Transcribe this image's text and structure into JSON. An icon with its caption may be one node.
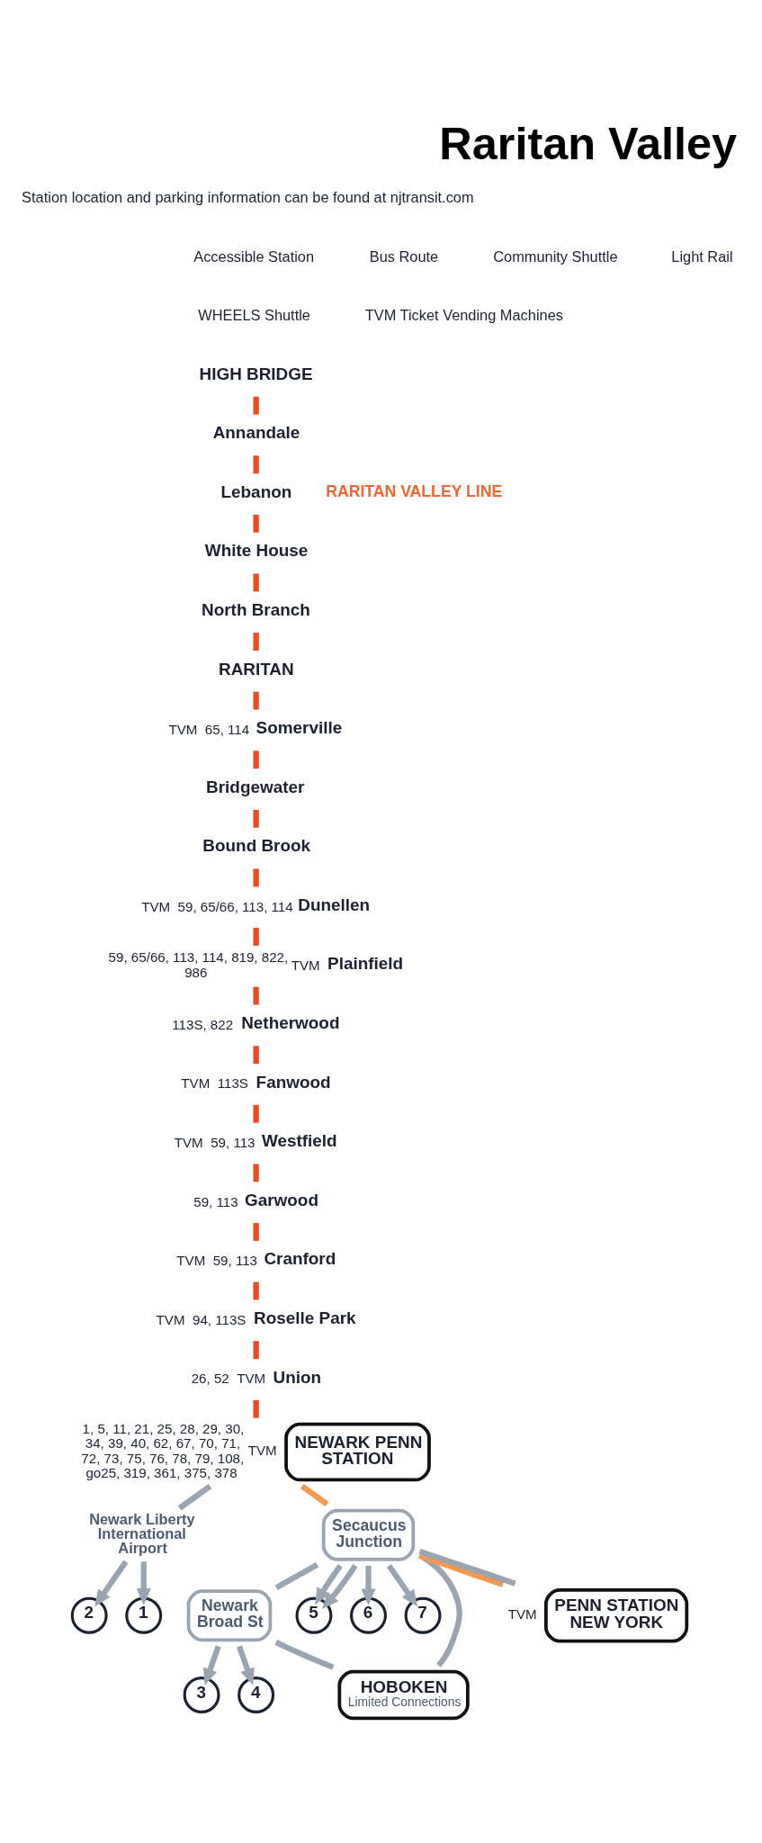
{
  "diagram": {
    "title": "Raritan Valley",
    "nodes": [
      {
        "text": [
          "HIGH BRIDGE"
        ]
      },
      {
        "text": [
          "Annandale"
        ]
      },
      {
        "text": [
          "Lebanon"
        ]
      },
      {
        "text": [
          "White House"
        ]
      },
      {
        "text": [
          "North Branch"
        ]
      },
      {
        "text": [
          "RARITAN"
        ]
      },
      {
        "text": [
          "Somerville"
        ],
        "beside": [
          "TVM",
          "65, 114"
        ]
      },
      {
        "text": [
          "Bridgewater"
        ]
      },
      {
        "text": [
          "Bound Brook"
        ]
      },
      {
        "text": [
          "Dunellen"
        ],
        "beside": [
          "TVM",
          "59, 65/66, 113, 114"
        ]
      },
      {
        "text": [
          "Plainfield"
        ],
        "beside": [
          "59, 65/66, 113, 114, 819, 822, 986",
          "TVM"
        ]
      },
      {
        "text": [
          "Netherwood"
        ],
        "beside": [
          "113S, 822"
        ]
      },
      {
        "text": [
          "Fanwood"
        ],
        "beside": [
          "TVM",
          "113S"
        ]
      },
      {
        "text": [
          "Westfield"
        ],
        "beside": [
          "TVM",
          "59, 113"
        ]
      },
      {
        "text": [
          "Garwood"
        ],
        "beside": [
          "59, 113"
        ]
      },
      {
        "text": [
          "Cranford"
        ],
        "beside": [
          "TVM",
          "59, 113"
        ]
      },
      {
        "text": [
          "Roselle Park"
        ],
        "beside": [
          "TVM",
          "94, 113S"
        ]
      },
      {
        "text": [
          "Union"
        ],
        "beside": [
          "26, 52",
          "TVM"
        ]
      },
      {
        "text": [
          "3"
        ]
      },
      {
        "text": [
          "4"
        ]
      },
      {
        "text": [
          "Newark Broad St"
        ]
      },
      {
        "text": [
          "5"
        ]
      },
      {
        "text": [
          "6"
        ]
      },
      {
        "text": [
          "NEWARK PENN STATION"
        ],
        "beside": [
          "1, 5, 11, 21, 25, 28, 29, 30, 34, 39, 40, 62, 67, 70, 71, 72, 73, 75, 76, 78, 79, 108, go25, 319, 361, 375, 378",
          "TVM"
        ]
      },
      {
        "text": [
          "7"
        ]
      },
      {
        "text": [
          "2"
        ]
      },
      {
        "text": [
          "Newark Liberty International Airport"
        ]
      },
      {
        "text": [
          "Secaucus Junction"
        ]
      },
      {
        "text": [
          "1"
        ]
      },
      {
        "text": [
          "HOBOKEN",
          "Limited Connections"
        ]
      },
      {
        "text": [
          "PENN STATION NEW YORK"
        ],
        "beside": [
          "TVM"
        ]
      }
    ],
    "edges": [
      {
        "from": 0,
        "to": 1,
        "arrow": "none"
      },
      {
        "from": 1,
        "to": 2,
        "arrow": "none"
      },
      {
        "from": 2,
        "to": 3,
        "arrow": "none"
      },
      {
        "from": 3,
        "to": 4,
        "arrow": "none"
      },
      {
        "from": 4,
        "to": 5,
        "arrow": "none"
      },
      {
        "from": 5,
        "to": 6,
        "arrow": "none"
      },
      {
        "from": 6,
        "to": 7,
        "arrow": "none"
      },
      {
        "from": 7,
        "to": 8,
        "arrow": "none"
      },
      {
        "from": 8,
        "to": 9,
        "arrow": "none"
      },
      {
        "from": 9,
        "to": 10,
        "arrow": "none"
      },
      {
        "from": 10,
        "to": 11,
        "arrow": "none"
      },
      {
        "from": 11,
        "to": 12,
        "arrow": "none"
      },
      {
        "from": 12,
        "to": 13,
        "arrow": "none"
      },
      {
        "from": 13,
        "to": 14,
        "arrow": "none"
      },
      {
        "from": 14,
        "to": 15,
        "arrow": "none"
      },
      {
        "from": 15,
        "to": 16,
        "arrow": "none"
      },
      {
        "from": 16,
        "to": 17,
        "arrow": "none"
      },
      {
        "from": 17,
        "to": 23,
        "arrow": "none"
      },
      {
        "from": 23,
        "to": 26,
        "arrow": "none",
        "color": "#9aa5b1"
      },
      {
        "from": 26,
        "to": 25,
        "arrow": "to",
        "color": "#9aa5b1"
      },
      {
        "from": 26,
        "to": 28,
        "arrow": "to",
        "color": "#9aa5b1"
      },
      {
        "from": 23,
        "to": 27,
        "arrow": "none",
        "color": "#f39a4e"
      },
      {
        "from": 27,
        "to": 30,
        "arrow": "none",
        "color": "#f39a4e"
      },
      {
        "from": 27,
        "to": 30,
        "arrow": "none",
        "color": "#9aa5b1"
      },
      {
        "from": 27,
        "to": 20,
        "arrow": "none",
        "color": "#9aa5b1"
      },
      {
        "from": 20,
        "to": 18,
        "arrow": "to",
        "color": "#9aa5b1"
      },
      {
        "from": 20,
        "to": 19,
        "arrow": "to",
        "color": "#9aa5b1"
      },
      {
        "from": 20,
        "to": 29,
        "arrow": "none",
        "color": "#9aa5b1"
      },
      {
        "from": 27,
        "to": 29,
        "arrow": "none",
        "color": "#9aa5b1"
      },
      {
        "from": 27,
        "to": 21,
        "arrow": "to",
        "color": "#9aa5b1"
      },
      {
        "from": 27,
        "to": 21,
        "arrow": "to",
        "color": "#9aa5b1"
      },
      {
        "from": 27,
        "to": 22,
        "arrow": "to",
        "color": "#9aa5b1"
      },
      {
        "from": 27,
        "to": 24,
        "arrow": "to",
        "color": "#9aa5b1"
      }
    ],
    "labels": [
      "Station location and parking information can be found at njtransit.com",
      "RARITAN VALLEY LINE"
    ],
    "legend": [
      {
        "text": "Accessible Station"
      },
      {
        "text": "Bus Route"
      },
      {
        "text": "Community Shuttle"
      },
      {
        "text": "Light Rail"
      },
      {
        "text": "WHEELS Shuttle"
      },
      {
        "text": "TVM Ticket Vending Machines"
      }
    ]
  }
}
